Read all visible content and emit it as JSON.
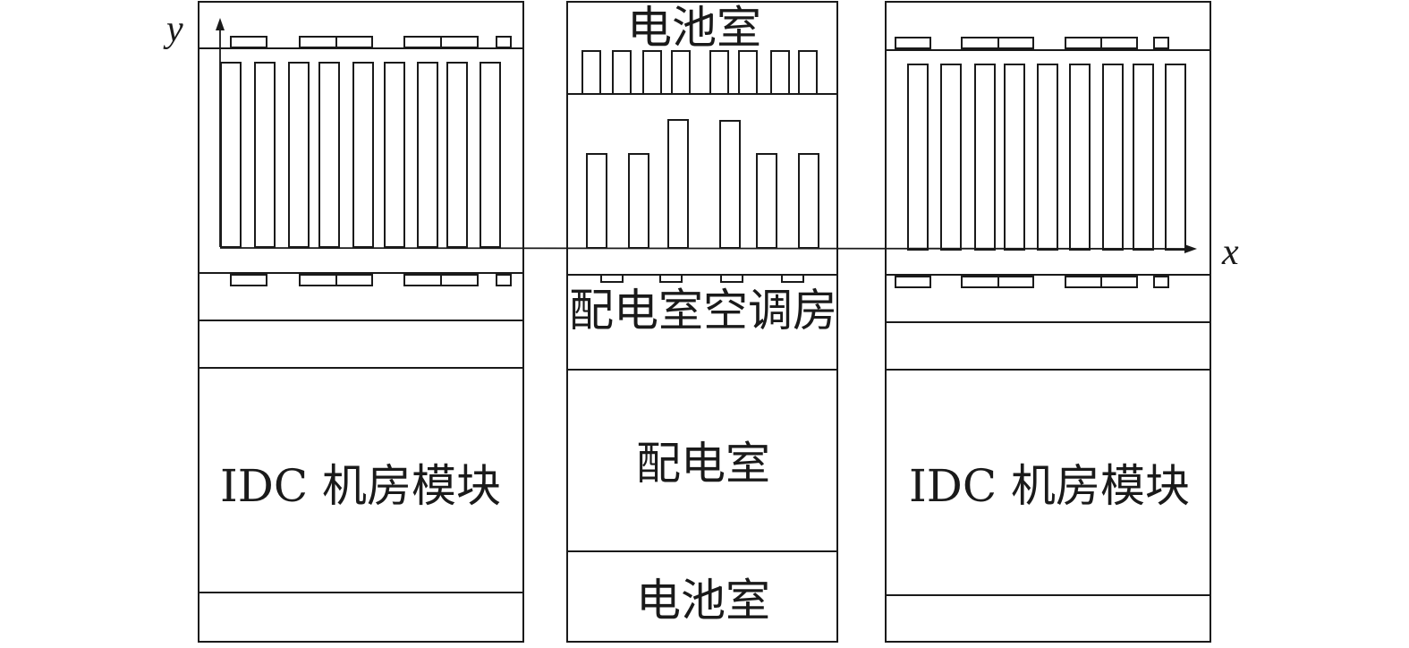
{
  "axes": {
    "x": "x",
    "y": "y"
  },
  "left_module": {
    "label": "IDC 机房模块"
  },
  "right_module": {
    "label": "IDC 机房模块"
  },
  "center_block": {
    "battery_room_top": "电池室",
    "hvac_room": "配电室空调房",
    "distribution_room": "配电室",
    "battery_room_bottom": "电池室"
  },
  "colors": {
    "stroke": "#1a1a1a",
    "background": "#ffffff"
  },
  "icons": [
    "axis-arrow"
  ]
}
